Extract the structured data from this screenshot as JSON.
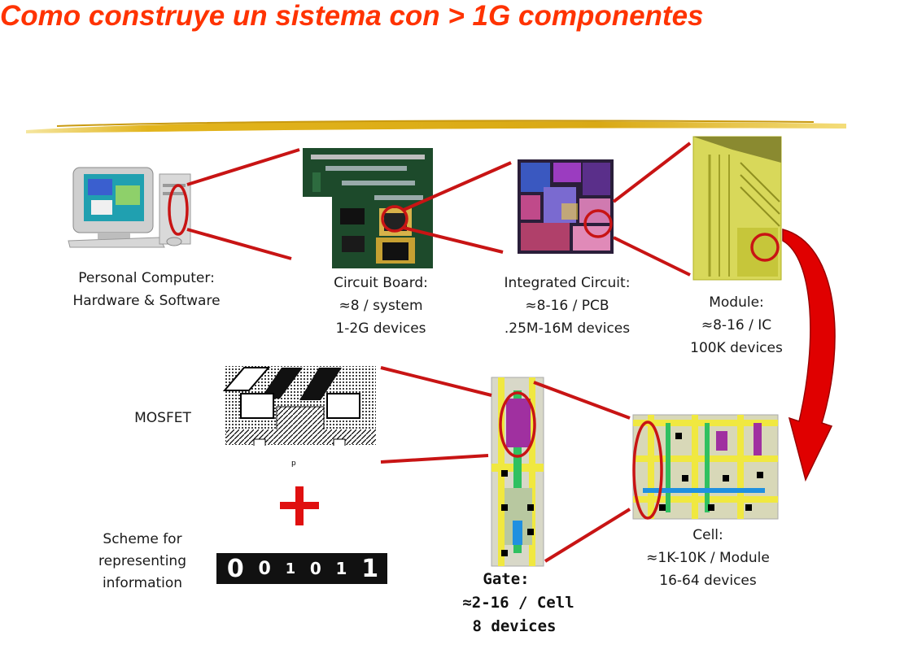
{
  "title": "Como construye un sistema con > 1G componentes",
  "captions": {
    "pc": [
      "Personal Computer:",
      "Hardware & Software"
    ],
    "board": [
      "Circuit Board:",
      "≈8 / system",
      "1-2G devices"
    ],
    "ic": [
      "Integrated Circuit:",
      "≈8-16 / PCB",
      ".25M-16M devices"
    ],
    "module": [
      "Module:",
      "≈8-16 / IC",
      "100K devices"
    ],
    "mosfet": "MOSFET",
    "scheme": [
      "Scheme for",
      "representing",
      "information"
    ],
    "cell": [
      "Cell:",
      "≈1K-10K / Module",
      "16-64 devices"
    ],
    "gate": [
      "Gate:",
      "≈2-16 / Cell",
      "8 devices"
    ]
  },
  "binary_strip": [
    "0",
    "0",
    "1",
    "0",
    "1",
    "1"
  ],
  "colors": {
    "title": "#ff3300",
    "connector": "#c81414",
    "plus": "#e01010",
    "arrow": "#e00000",
    "brush": "#e2b41c"
  },
  "icons": {
    "pc": "personal-computer-icon",
    "board": "circuit-board-photo",
    "ic": "integrated-circuit-die-photo",
    "module": "module-layout-image",
    "mosfet": "mosfet-cross-section-drawing",
    "binary": "binary-digits-image",
    "gate": "gate-layout-image",
    "cell": "cell-layout-image"
  }
}
